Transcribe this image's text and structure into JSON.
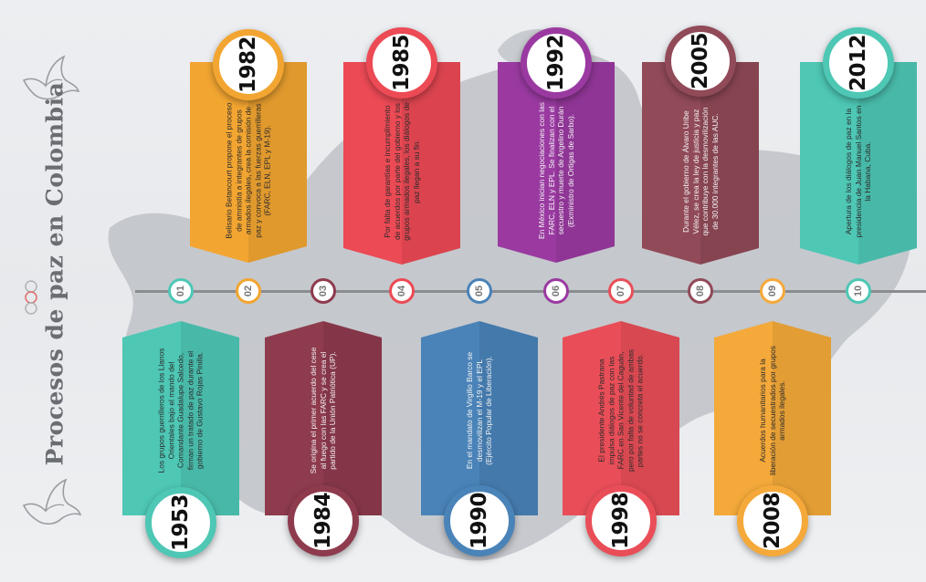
{
  "title": "Procesos de paz en Colombia",
  "icons": {
    "dove_top": "dove-icon",
    "dove_bottom": "dove-icon",
    "rings": "peace-rings-icon"
  },
  "colors": {
    "axis": "#8a8c90",
    "map": "#b9bcc1",
    "title": "#6a6d72"
  },
  "events": [
    {
      "num": "01",
      "year": "1953",
      "color": "#4ec7b5",
      "text": "Los grupos guerrilleros de los Llanos Orientales bajo el mando del Comandante Guadalupe Salcedo, firman un tratado de paz durante el gobierno de Gustavo Rojas Pinilla."
    },
    {
      "num": "02",
      "year": "1982",
      "color": "#f2a531",
      "text": "Belisario Betancourt propone el proceso de amnistía a integrantes de grupos armados ilegales, crea la comisión de paz y convoca a las fuerzas guerrilleras (FARC, ELN, EPL y M-19)."
    },
    {
      "num": "03",
      "year": "1984",
      "color": "#8e3b4e",
      "text": "Se origina el primer acuerdo del cese al fuego con las FARC y se crea el partido de la Unión Patriótica (UP)."
    },
    {
      "num": "04",
      "year": "1985",
      "color": "#ec4a55",
      "text": "Por falta de garantías e incumplimiento de acuerdos por parte del gobierno y los grupos armados ilegales, los diálogos de paz llegan a su fin."
    },
    {
      "num": "05",
      "year": "1990",
      "color": "#4a83b8",
      "text": "En el mandato de Virgilio Barco se desmovilizan el M-19 y el EPL (Ejército Popular de Liberación)."
    },
    {
      "num": "06",
      "year": "1992",
      "color": "#9a3aa1",
      "text": "En México inician negociaciones con las FARC, ELN y EPL. Se finalizan con el secuestro y muerte de Argelino Durán (Exministro de Ortigas de Sarbo)."
    },
    {
      "num": "07",
      "year": "1998",
      "color": "#e94e58",
      "text": "El presidente Andrés Pastrana impulsa diálogos de paz con las FARC en San Vicente del Caguán, pero por falta de voluntad de ambas partes no se concreta el acuerdo."
    },
    {
      "num": "08",
      "year": "2005",
      "color": "#914a58",
      "text": "Durante el gobierno de Álvaro Uribe Vélez, se crea la ley de justicia y paz que contribuye con la desmovilización de 30.000 integrantes de las AUC."
    },
    {
      "num": "09",
      "year": "2008",
      "color": "#f4a93a",
      "text": "Acuerdos humanitarios para la liberación de secuestrados por grupos armados ilegales."
    },
    {
      "num": "10",
      "year": "2012",
      "color": "#4ec7b5",
      "text": "Apertura de los diálogos de paz en la presidencia de Juan Manuel Santos en la Habana, Cuba."
    }
  ]
}
